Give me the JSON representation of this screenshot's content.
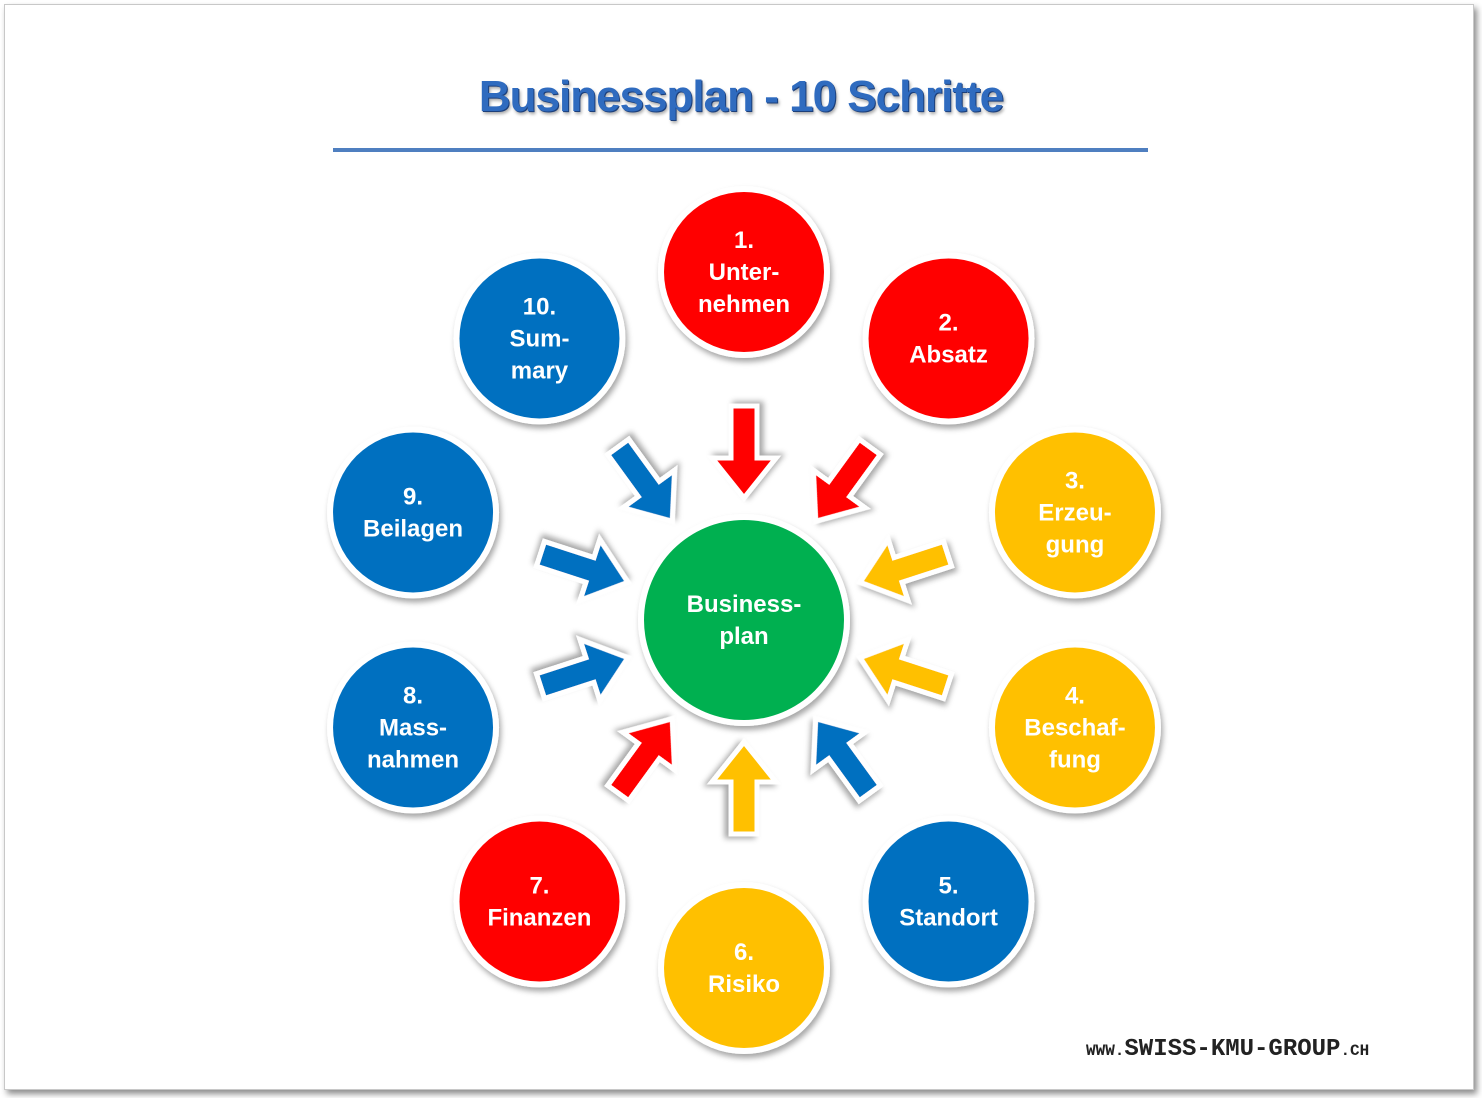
{
  "title": "Businessplan - 10 Schritte",
  "colors": {
    "red": "#ff0000",
    "yellow": "#ffc000",
    "blue": "#0070c0",
    "green": "#00b050",
    "title": "#2f6bbf"
  },
  "center": {
    "lines": [
      "Business-",
      "plan"
    ],
    "color": "green"
  },
  "steps": [
    {
      "lines": [
        "1.",
        "Unter-",
        "nehmen"
      ],
      "color": "red"
    },
    {
      "lines": [
        "2.",
        "Absatz"
      ],
      "color": "red"
    },
    {
      "lines": [
        "3.",
        "Erzeu-",
        "gung"
      ],
      "color": "yellow"
    },
    {
      "lines": [
        "4.",
        "Beschaf-",
        "fung"
      ],
      "color": "yellow"
    },
    {
      "lines": [
        "5.",
        "Standort"
      ],
      "color": "blue"
    },
    {
      "lines": [
        "6.",
        "Risiko"
      ],
      "color": "yellow"
    },
    {
      "lines": [
        "7.",
        "Finanzen"
      ],
      "color": "red"
    },
    {
      "lines": [
        "8.",
        "Mass-",
        "nahmen"
      ],
      "color": "blue"
    },
    {
      "lines": [
        "9.",
        "Beilagen"
      ],
      "color": "blue"
    },
    {
      "lines": [
        "10.",
        "Sum-",
        "mary"
      ],
      "color": "blue"
    }
  ],
  "footer": {
    "prefix": "WWW.",
    "brand": "SWISS-KMU-GROUP",
    "suffix": ".CH"
  }
}
